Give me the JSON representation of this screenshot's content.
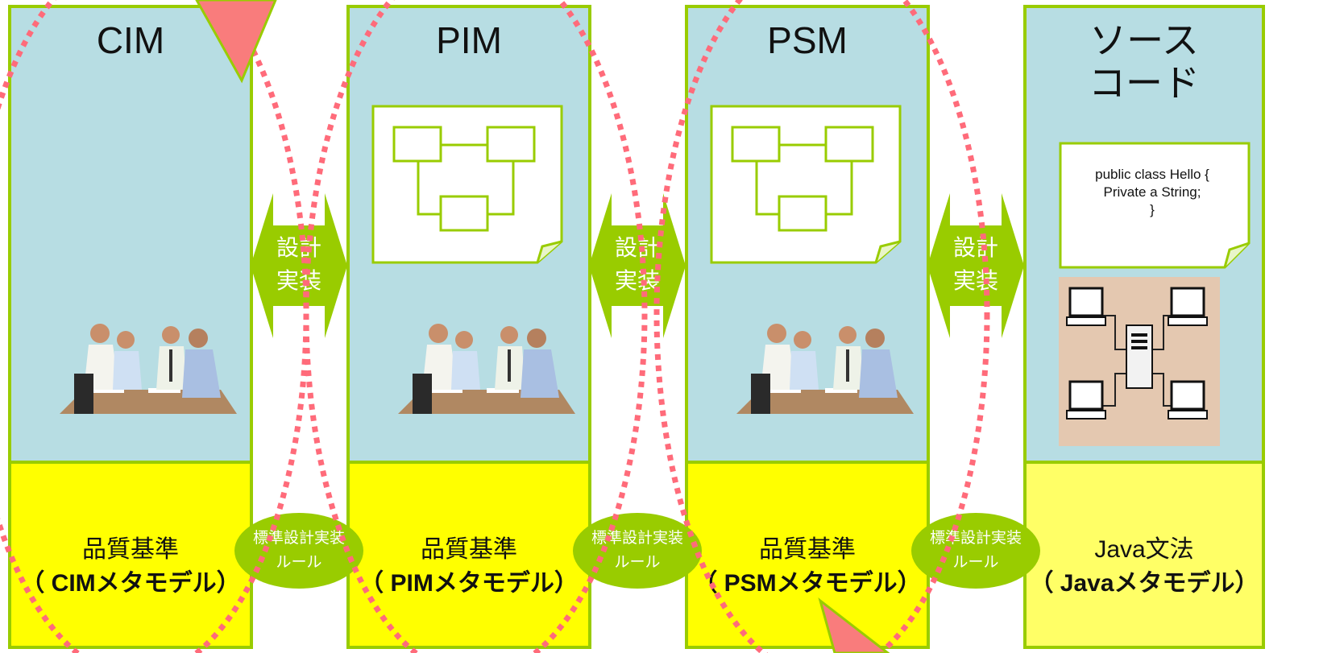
{
  "columns": [
    {
      "title": "CIM",
      "quality_line1": "品質基準",
      "quality_line2": "（ CIMメタモデル）"
    },
    {
      "title": "PIM",
      "quality_line1": "品質基準",
      "quality_line2": "（ PIMメタモデル）"
    },
    {
      "title": "PSM",
      "quality_line1": "品質基準",
      "quality_line2": "（ PSMメタモデル）"
    },
    {
      "title": "ソース\nコード",
      "quality_line1": "Java文法",
      "quality_line2": "（ Javaメタモデル）"
    }
  ],
  "arrows": [
    {
      "label": "設計\n実装"
    },
    {
      "label": "設計\n実装"
    },
    {
      "label": "設計\n実装"
    }
  ],
  "rules": [
    {
      "label": "標準設計実装\nルール"
    },
    {
      "label": "標準設計実装\nルール"
    },
    {
      "label": "標準設計実装\nルール"
    }
  ],
  "code_sample": "public class Hello {\nPrivate a String;\n}",
  "icons": [
    "uml-diagram-icon",
    "team-meeting-icon",
    "network-computers-icon"
  ],
  "colors": {
    "column_border": "#99cc00",
    "column_top": "#b7dde3",
    "column_bottom": "#ffff00",
    "column_bottom_last": "#ffff66",
    "arrow": "#99cc00",
    "rule_ellipse": "#99cc00",
    "dotted_cycle": "#ff6b7a",
    "cycle_arrowhead": "#f97c7c"
  }
}
